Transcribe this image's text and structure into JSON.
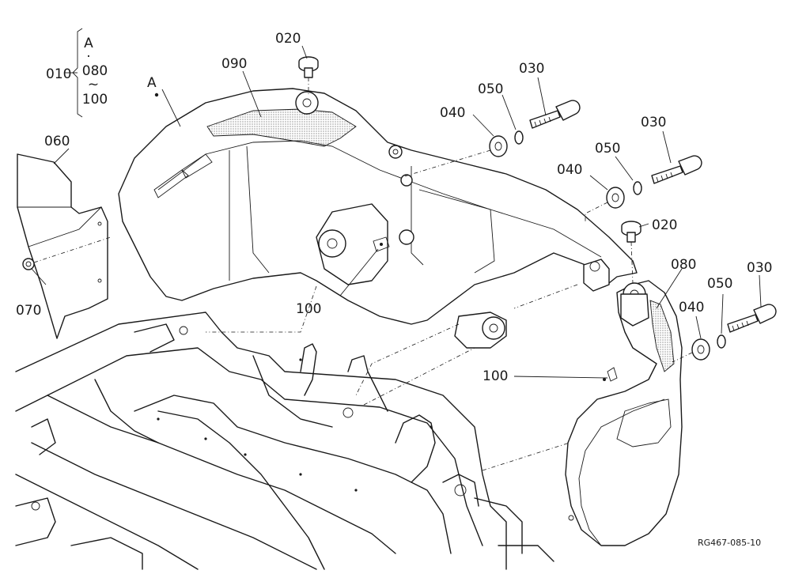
{
  "labels": {
    "p010": "010",
    "p020a": "020",
    "p020b": "020",
    "p030a": "030",
    "p030b": "030",
    "p030c": "030",
    "p040a": "040",
    "p040b": "040",
    "p040c": "040",
    "p050a": "050",
    "p050b": "050",
    "p050c": "050",
    "p060": "060",
    "p070": "070",
    "p080": "080",
    "p090": "090",
    "p100a": "100",
    "p100b": "100",
    "refA": "A"
  },
  "bracket": {
    "top": "A",
    "sep": "·",
    "mid": "080",
    "tilde": "~",
    "bottom": "100"
  },
  "drawing_number": "RG467-085-10"
}
